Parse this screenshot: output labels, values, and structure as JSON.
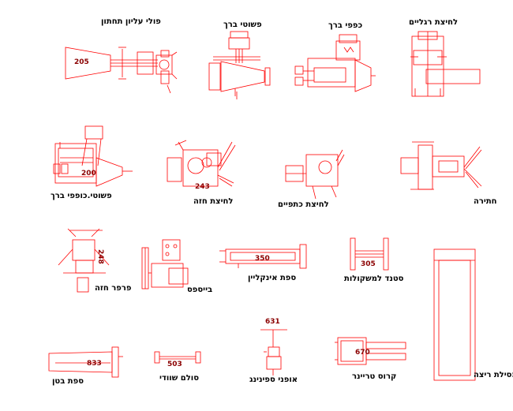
{
  "equipment": {
    "pulley": {
      "label": "פולי עליון תחתון",
      "number": "205"
    },
    "leg_ext": {
      "label": "פשוטי ברך",
      "number": ""
    },
    "leg_curl": {
      "label": "כפפי ברך",
      "number": ""
    },
    "leg_press": {
      "label": "לחיצת רגליים",
      "number": ""
    },
    "combo_leg": {
      "label": "פשוטי.כופפי ברך",
      "number": "200"
    },
    "chest_press": {
      "label": "לחיצת חזה",
      "number": "243"
    },
    "shoulder_press": {
      "label": "לחיצת כתפיים",
      "number": ""
    },
    "rowing": {
      "label": "חתירה",
      "number": ""
    },
    "pec_fly": {
      "label": "פרפר חזה",
      "number": "248"
    },
    "biceps": {
      "label": "בייספס",
      "number": ""
    },
    "incline_bench": {
      "label": "ספת אינקליין",
      "number": "350"
    },
    "weight_rack": {
      "label": "סטנד למשקולות",
      "number": "305"
    },
    "treadmill": {
      "label": "מסילת ריצה",
      "number": ""
    },
    "abs_bench": {
      "label": "ספת בטן",
      "number": "833"
    },
    "wall_bars": {
      "label": "סולם שוודי",
      "number": "503"
    },
    "spinning": {
      "label": "אופני ספינינג",
      "number": "631"
    },
    "cross_trainer": {
      "label": "קרוס טריינר",
      "number": "670"
    }
  },
  "colors": {
    "lines": "#ff0000",
    "labels": "#000000",
    "numbers": "#8b0000"
  }
}
